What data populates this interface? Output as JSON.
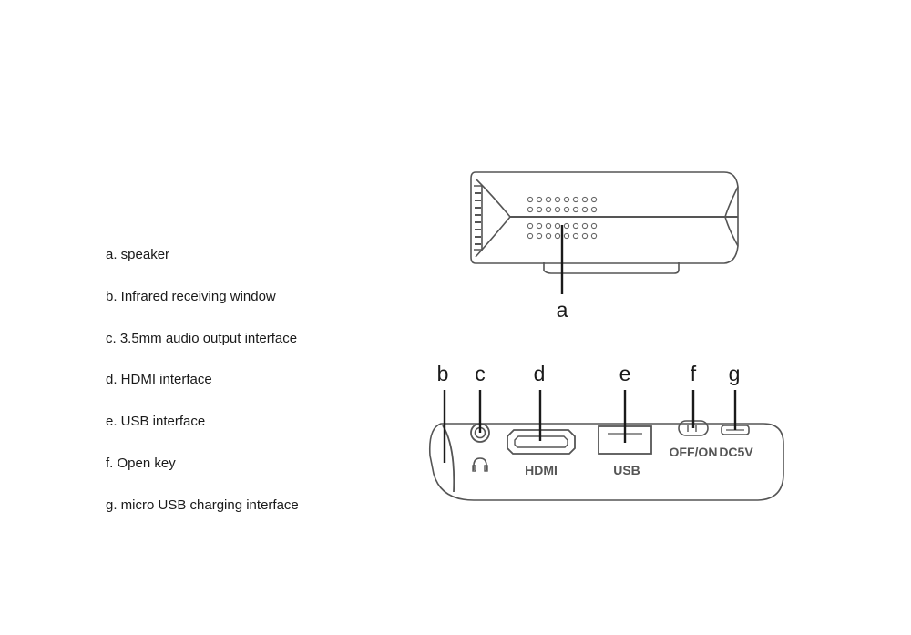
{
  "legend": [
    "a. speaker",
    "b. Infrared receiving window",
    "c. 3.5mm audio output interface",
    "d. HDMI interface",
    "e. USB interface",
    "f. Open key",
    "g. micro USB charging interface"
  ],
  "callouts": {
    "a": "a",
    "b": "b",
    "c": "c",
    "d": "d",
    "e": "e",
    "f": "f",
    "g": "g"
  },
  "port_labels": {
    "hdmi": "HDMI",
    "usb": "USB",
    "switch": "OFF/ON",
    "dc": "DC5V"
  },
  "colors": {
    "outline": "#555555",
    "callout_line": "#1a1a1a",
    "text": "#1a1a1a"
  }
}
